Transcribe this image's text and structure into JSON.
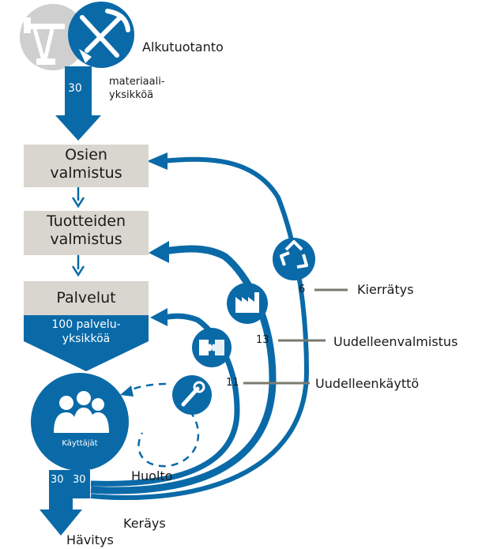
{
  "diagram": {
    "primary_production": "Alkutuotanto",
    "material_flow_value": "30",
    "material_units_line1": "materiaali-",
    "material_units_line2": "yksikköä",
    "parts_manufacturing_line1": "Osien",
    "parts_manufacturing_line2": "valmistus",
    "product_manufacturing_line1": "Tuotteiden",
    "product_manufacturing_line2": "valmistus",
    "services": "Palvelut",
    "service_units_line1": "100 palvelu-",
    "service_units_line2": "yksikköä",
    "users": "Käyttäjät",
    "maintenance": "Huolto",
    "collection": "Keräys",
    "disposal": "Hävitys",
    "disposal_value": "30",
    "collection_value": "30",
    "recycling": {
      "label": "Kierrätys",
      "value": "6"
    },
    "remanufacturing": {
      "label": "Uudelleenvalmistus",
      "value": "13"
    },
    "reuse": {
      "label": "Uudelleenkäyttö",
      "value": "11"
    }
  },
  "colors": {
    "accent": "#0a6aa8",
    "box": "#d8d6cf",
    "gray_icon": "#c8c8c8",
    "leader": "#7a7a6e"
  },
  "icons": [
    "oil-pump-icon",
    "shovel-pickaxe-icon",
    "recycle-icon",
    "factory-icon",
    "puzzle-icon",
    "wrench-icon",
    "users-group-icon"
  ]
}
